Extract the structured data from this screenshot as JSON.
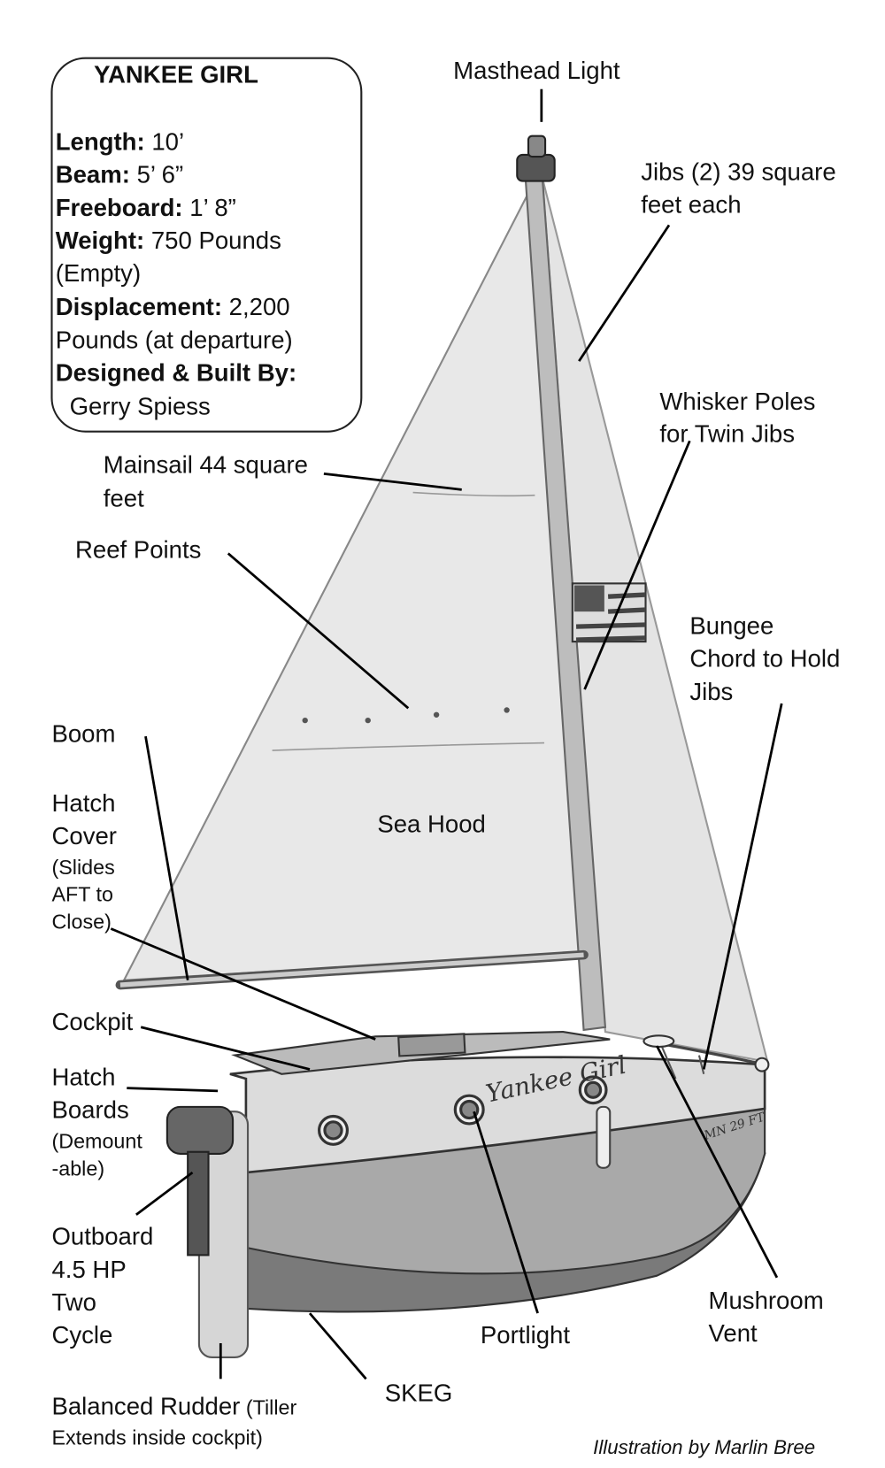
{
  "specs": {
    "title": "YANKEE GIRL",
    "length_label": "Length:",
    "length_value": " 10’",
    "beam_label": "Beam:",
    "beam_value": " 5’ 6”",
    "freeboard_label": "Freeboard:",
    "freeboard_value": " 1’ 8”",
    "weight_label": "Weight:",
    "weight_value": " 750 Pounds",
    "weight_note": "(Empty)",
    "displacement_label": "Displacement:",
    "displacement_value": " 2,200",
    "displacement_note": "Pounds (at departure)",
    "designer_label": "Designed & Built By:",
    "designer_value": "Gerry Spiess"
  },
  "labels": {
    "masthead_light": "Masthead Light",
    "jibs_1": "Jibs (2) 39 square",
    "jibs_2": "feet each",
    "whisker_1": "Whisker Poles",
    "whisker_2": "for Twin Jibs",
    "mainsail_1": "Mainsail 44 square",
    "mainsail_2": "feet",
    "reef_points": "Reef Points",
    "bungee_1": "Bungee",
    "bungee_2": "Chord to Hold",
    "bungee_3": "Jibs",
    "boom": "Boom",
    "hatch_cover_1": "Hatch",
    "hatch_cover_2": "Cover",
    "hatch_cover_3": "(Slides",
    "hatch_cover_4": "AFT to",
    "hatch_cover_5": "Close)",
    "sea_hood": "Sea Hood",
    "cockpit": "Cockpit",
    "hatch_boards_1": "Hatch",
    "hatch_boards_2": "Boards",
    "hatch_boards_3": "(Demount",
    "hatch_boards_4": "-able)",
    "outboard_1": "Outboard",
    "outboard_2": "4.5 HP",
    "outboard_3": "Two",
    "outboard_4": "Cycle",
    "rudder_1": "Balanced Rudder",
    "rudder_1b": " (Tiller",
    "rudder_2": "Extends inside cockpit)",
    "skeg": "SKEG",
    "portlight": "Portlight",
    "mushroom_1": "Mushroom",
    "mushroom_2": "Vent"
  },
  "hull_name": "Yankee Girl",
  "hull_registration": "MN 29 FT",
  "credit": "Illustration by Marlin Bree"
}
